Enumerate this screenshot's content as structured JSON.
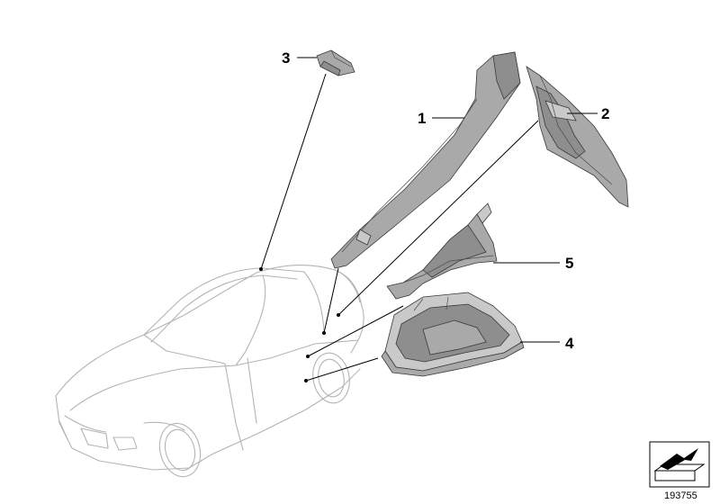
{
  "callouts": [
    {
      "id": "1",
      "label": "1"
    },
    {
      "id": "2",
      "label": "2"
    },
    {
      "id": "3",
      "label": "3"
    },
    {
      "id": "4",
      "label": "4"
    },
    {
      "id": "5",
      "label": "5"
    }
  ],
  "reference_number": "193755",
  "icons": {
    "car_outline": "car-outline-icon",
    "catalog_arrow": "catalog-arrow-icon"
  },
  "colors": {
    "part_fill": "#a9a9a9",
    "car_outline": "#b4b4b4",
    "leader_line": "#000000"
  }
}
